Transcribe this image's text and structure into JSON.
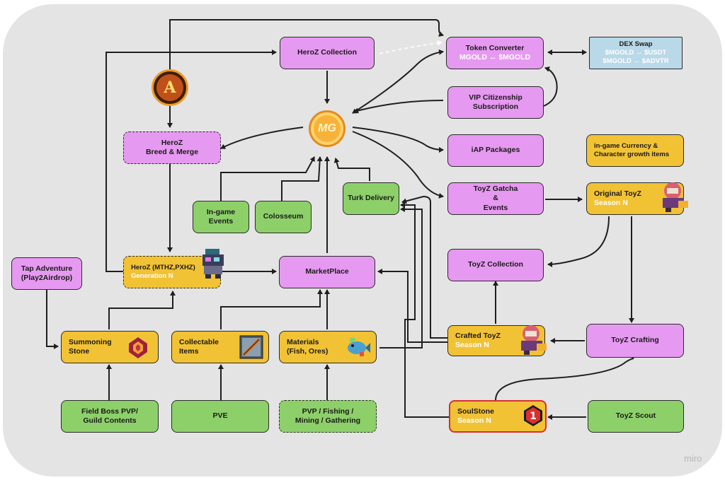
{
  "nodes": {
    "heroz_collection": "HeroZ Collection",
    "token_converter": {
      "title": "Token Converter",
      "sub": "MGOLD ↔ $MGOLD"
    },
    "dex_swap": {
      "title": "DEX Swap",
      "line1": "$MGOLD ↔ $USDT",
      "line2": "$MGOLD ↔ $ADVTR"
    },
    "vip": {
      "line1": "VIP Citizenship",
      "line2": "Subscription"
    },
    "heroz_breed": {
      "line1": "HeroZ",
      "line2": "Breed & Merge"
    },
    "iap": "iAP Packages",
    "legend": {
      "line1": "in-game Currency &",
      "line2": "Character growth items"
    },
    "ingame_events": {
      "line1": "In-game",
      "line2": "Events"
    },
    "colosseum": "Colosseum",
    "turk_delivery": "Turk Delivery",
    "toyz_gacha": {
      "line1": "ToyZ Gatcha",
      "line2": "&",
      "line3": "Events"
    },
    "original_toyz": {
      "title": "Original ToyZ",
      "sub": "Season N"
    },
    "tap_adventure": {
      "line1": "Tap Adventure",
      "line2": "(Play2Airdrop)"
    },
    "heroz_gen": {
      "title": "HeroZ (MTHZ,PXHZ)",
      "sub": "Generation N"
    },
    "marketplace": "MarketPlace",
    "toyz_collection": "ToyZ Collection",
    "summoning_stone": {
      "line1": "Summoning",
      "line2": "Stone"
    },
    "collectable_items": {
      "line1": "Collectable",
      "line2": "Items"
    },
    "materials": {
      "line1": "Materials",
      "line2": "(Fish, Ores)"
    },
    "crafted_toyz": {
      "title": "Crafted ToyZ",
      "sub": "Season N"
    },
    "toyz_crafting": "ToyZ Crafting",
    "field_boss": {
      "line1": "Field Boss PVP/",
      "line2": "Guild Contents"
    },
    "pve": "PVE",
    "pvp_fishing": {
      "line1": "PVP / Fishing /",
      "line2": "Mining / Gathering"
    },
    "soulstone": {
      "title": "SoulStone",
      "sub": "Season N"
    },
    "toyz_scout": "ToyZ Scout"
  },
  "coins": {
    "advtr_icon": "A",
    "mg_icon": "MG"
  },
  "soulstone_badge": "1",
  "watermark": "miro",
  "colors": {
    "pink": "#e699f0",
    "green": "#8dd06a",
    "yellow": "#f2c235",
    "blue": "#b9d8e8",
    "line": "#1f1f1f"
  }
}
